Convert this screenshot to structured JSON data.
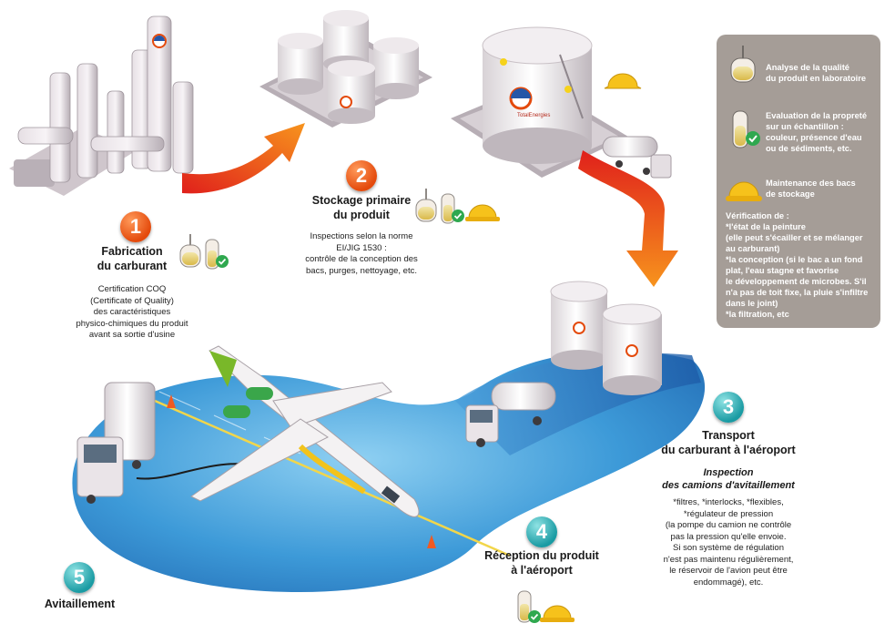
{
  "steps": [
    {
      "number": "1",
      "title_line1": "Fabrication",
      "title_line2": "du carburant",
      "desc": [
        "Certification COQ",
        "(Certificate of Quality)",
        "des caractéristiques",
        "physico-chimiques du produit",
        "avant sa sortie d'usine"
      ]
    },
    {
      "number": "2",
      "title_line1": "Stockage primaire",
      "title_line2": "du produit",
      "desc": [
        "Inspections selon la norme",
        "EI/JIG 1530 :",
        "contrôle de la conception des",
        "bacs, purges, nettoyage, etc."
      ]
    },
    {
      "number": "3",
      "title_line1": "Transport",
      "title_line2": "du carburant à l'aéroport",
      "sub_line1": "Inspection",
      "sub_line2": "des camions d'avitaillement",
      "desc": [
        "*filtres, *interlocks, *flexibles,",
        "*régulateur de pression",
        "(la pompe du camion ne contrôle",
        "pas la pression qu'elle envoie.",
        "Si son système de régulation",
        "n'est pas maintenu régulièrement,",
        "le réservoir de l'avion peut être",
        "endommagé), etc."
      ]
    },
    {
      "number": "4",
      "title_line1": "Réception du produit",
      "title_line2": "à l'aéroport"
    },
    {
      "number": "5",
      "title_line1": "Avitaillement"
    }
  ],
  "legend": {
    "lab_analysis": [
      "Analyse de la qualité",
      "du produit en laboratoire"
    ],
    "sample_eval": [
      "Evaluation de la propreté",
      "sur un échantillon :",
      "couleur, présence d'eau",
      "ou de sédiments, etc."
    ],
    "tank_maintenance": [
      "Maintenance des bacs",
      "de stockage"
    ],
    "verification": [
      "Vérification de :",
      "*l'état de la peinture",
      "(elle peut s'écailler et se mélanger",
      "au carburant)",
      "*la conception (si le bac a un fond",
      "plat, l'eau stagne et favorise",
      "le développement de microbes. S'il",
      "n'a pas de toit fixe, la pluie s'infiltre",
      "dans le joint)",
      "*la filtration, etc"
    ]
  },
  "brand": "TotalEnergies",
  "colors": {
    "badge_orange": "#e44a0c",
    "badge_teal": "#1a9ba3",
    "arrow_orange": "#f47a20",
    "arrow_red": "#e0201b",
    "tarmac_blue": "#2f8fd0",
    "legend_bg": "#a59d97"
  }
}
